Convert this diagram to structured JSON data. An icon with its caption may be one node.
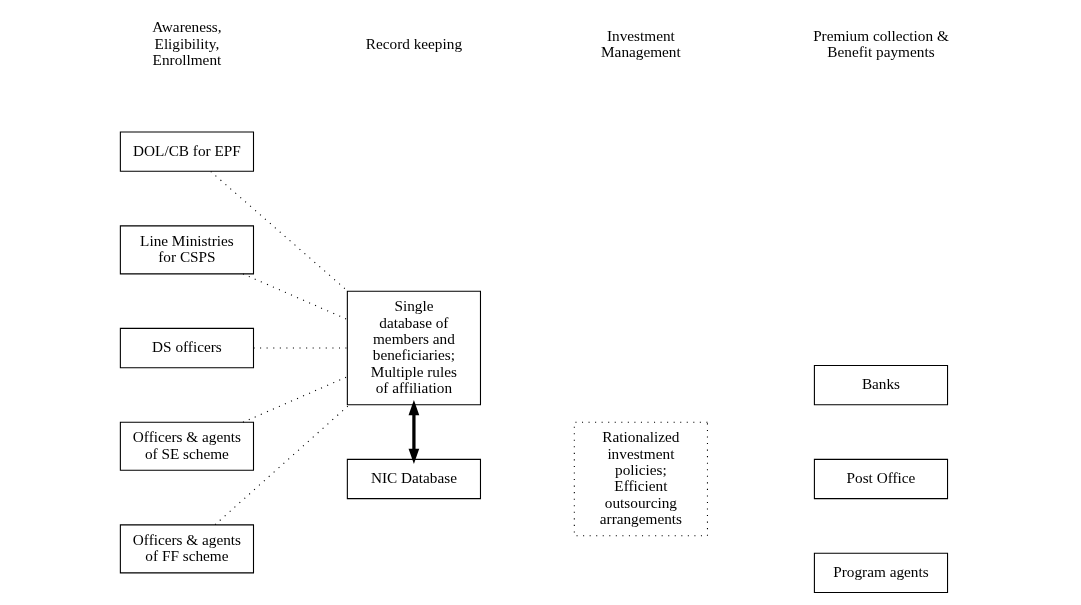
{
  "diagram": {
    "nodes": [
      {
        "text": [
          "DOL/CB for EPF"
        ]
      },
      {
        "text": [
          "Line Ministries for CSPS"
        ]
      },
      {
        "text": [
          "DS officers"
        ]
      },
      {
        "text": [
          "Officers & agents of SE scheme"
        ]
      },
      {
        "text": [
          "Officers & agents of FF scheme"
        ]
      },
      {
        "text": [
          "Single database of members and beneficiaries; Multiple rules of affiliation"
        ]
      },
      {
        "text": [
          "NIC Database"
        ]
      },
      {
        "text": [
          "Rationalized investment policies; Efficient outsourcing arrangements"
        ]
      },
      {
        "text": [
          "Banks"
        ]
      },
      {
        "text": [
          "Post Office"
        ]
      },
      {
        "text": [
          "Program agents"
        ]
      }
    ],
    "edges": [
      {
        "from": 0,
        "to": 5,
        "arrow": "none",
        "style": "dashed"
      },
      {
        "from": 1,
        "to": 5,
        "arrow": "none",
        "style": "dashed"
      },
      {
        "from": 2,
        "to": 5,
        "arrow": "none",
        "style": "dashed"
      },
      {
        "from": 3,
        "to": 5,
        "arrow": "none",
        "style": "dashed"
      },
      {
        "from": 4,
        "to": 5,
        "arrow": "none",
        "style": "dashed"
      },
      {
        "from": 5,
        "to": 6,
        "arrow": "both",
        "style": "thick"
      }
    ],
    "labels": [
      "Awareness, Eligibility, Enrollment",
      "Record keeping",
      "Investment Management",
      "Premium collection & Benefit payments"
    ]
  }
}
